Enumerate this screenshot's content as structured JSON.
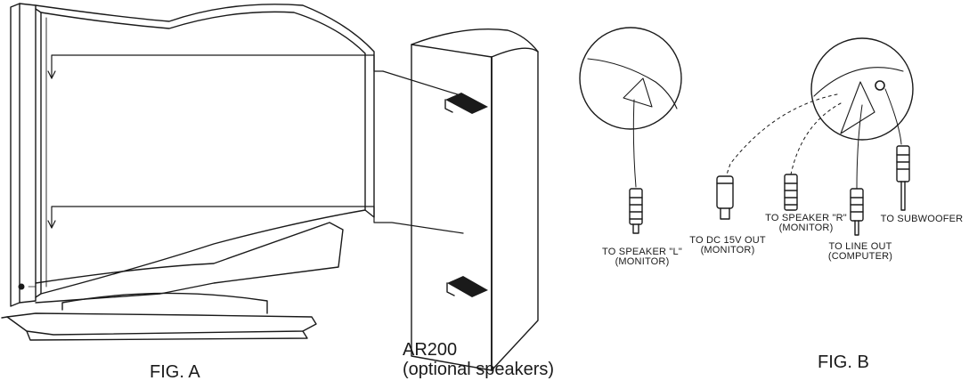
{
  "figures": {
    "fig_a": "FIG. A",
    "fig_b": "FIG. B",
    "speakers_model": "AR200",
    "speakers_note": "(optional speakers)"
  },
  "connections": {
    "speaker_l": [
      "TO SPEAKER \"L\"",
      "(MONITOR)"
    ],
    "dc_out": [
      "TO DC 15V OUT",
      "(MONITOR)"
    ],
    "speaker_r": [
      "TO SPEAKER \"R\"",
      "(MONITOR)"
    ],
    "line_out": [
      "TO LINE OUT",
      "(COMPUTER)"
    ],
    "subwoofer": "TO SUBWOOFER"
  }
}
